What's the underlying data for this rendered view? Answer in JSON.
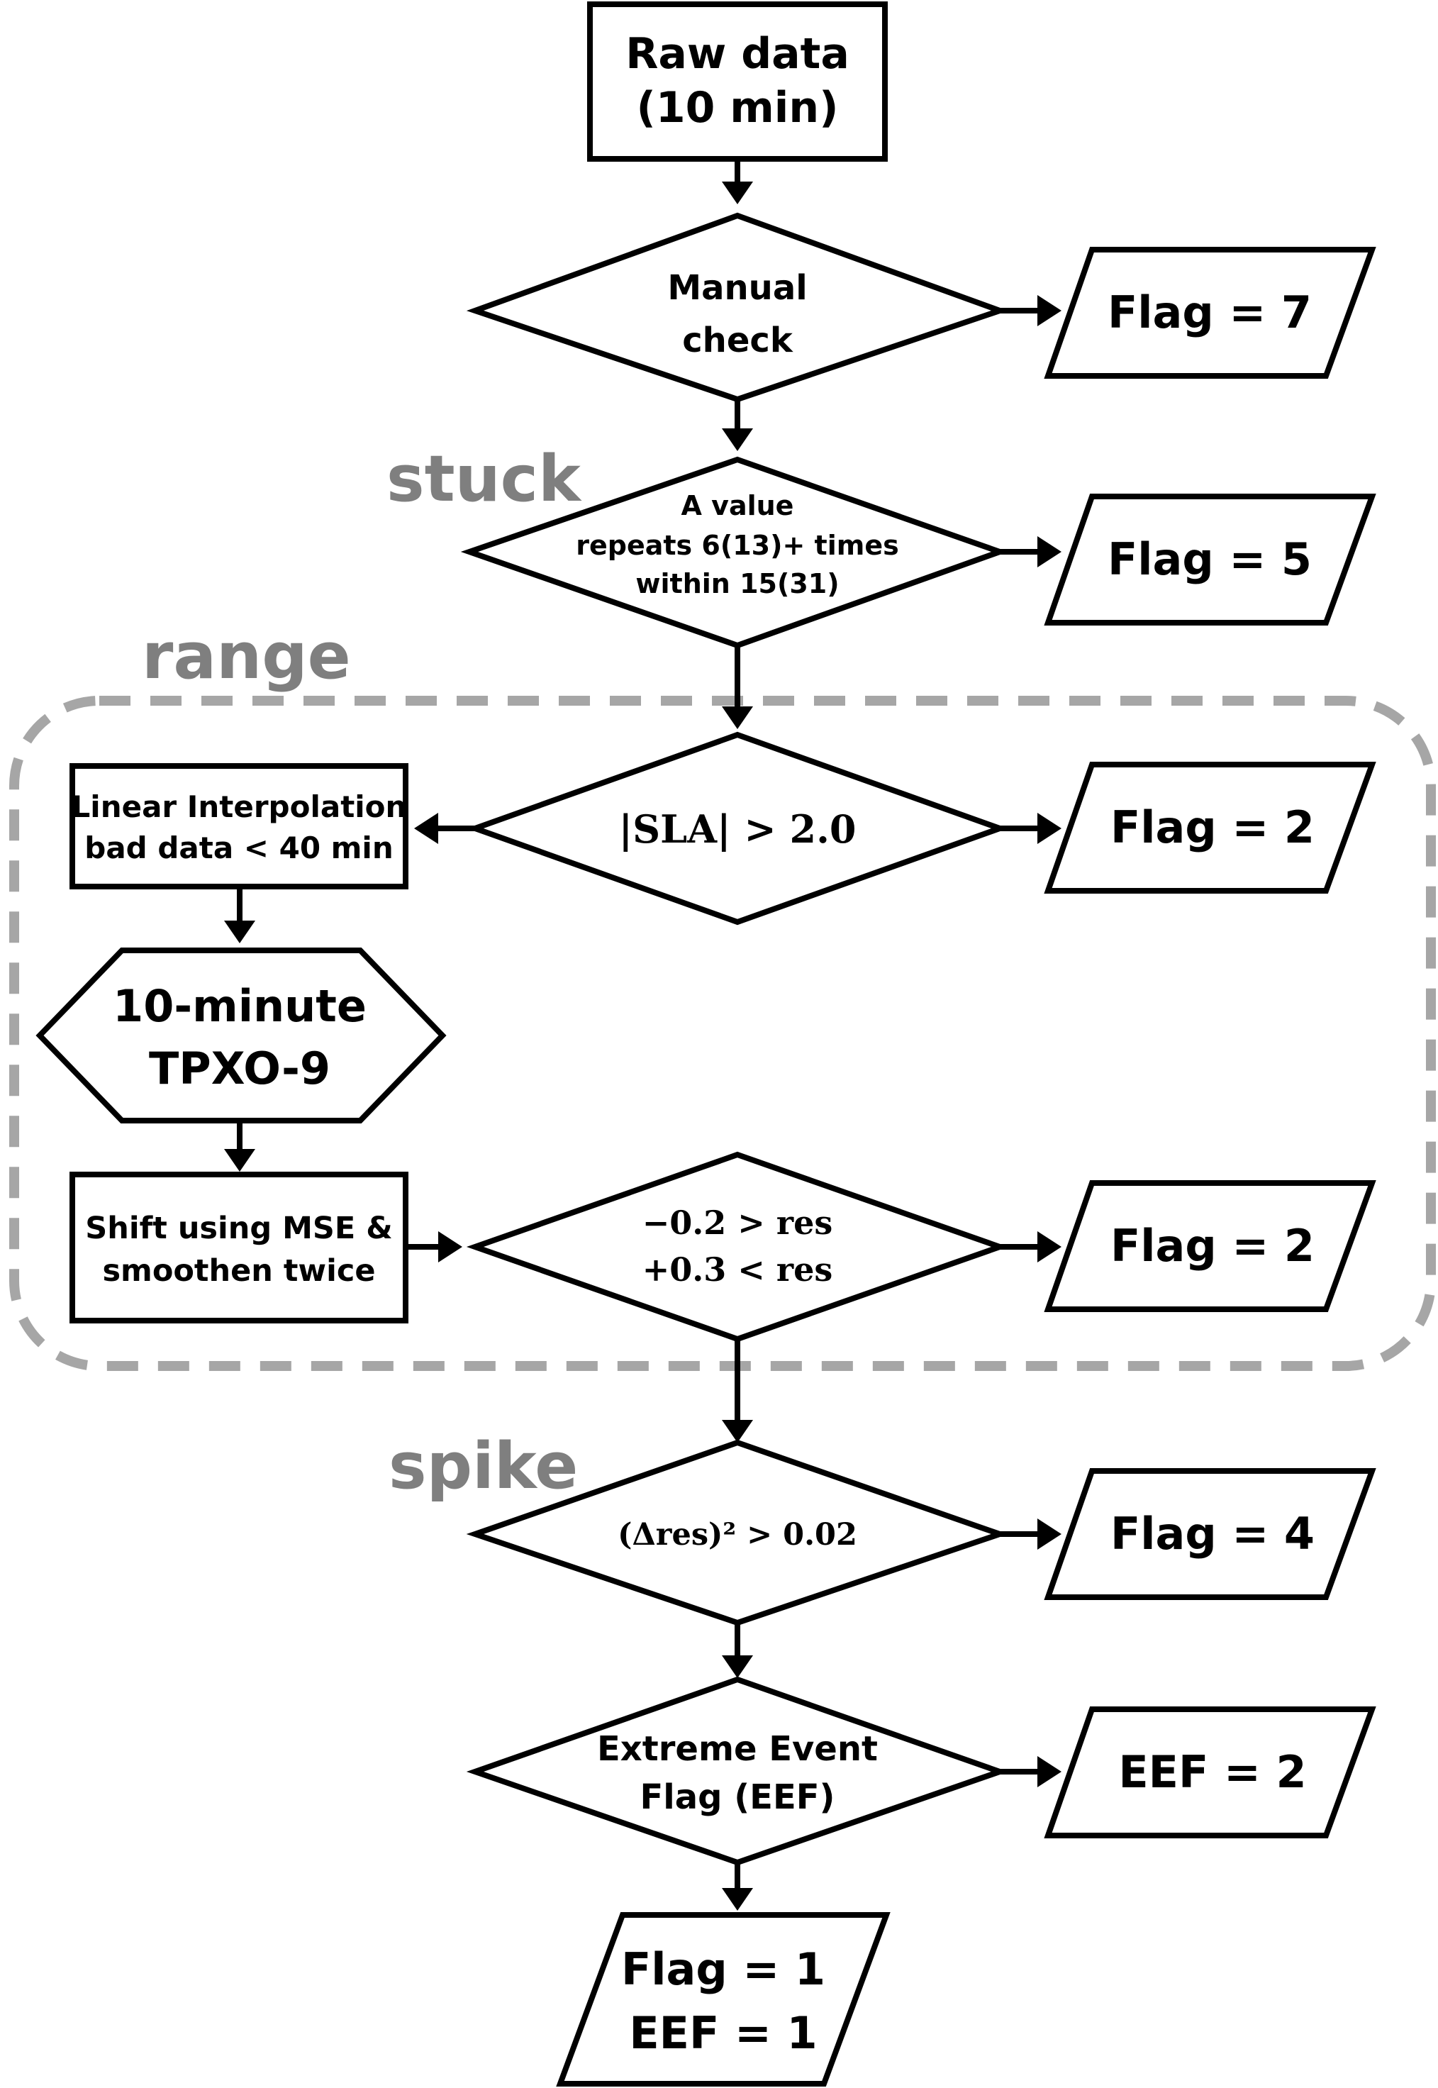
{
  "sections": {
    "stuck": "stuck",
    "range": "range",
    "spike": "spike"
  },
  "nodes": {
    "raw_data": [
      "Raw data",
      "(10 min)"
    ],
    "manual_check": [
      "Manual",
      "check"
    ],
    "stuck_check": [
      "A value",
      "repeats 6(13)+ times",
      "within 15(31)"
    ],
    "range_check": "|SLA| > 2.0",
    "linear_interp": [
      "Linear Interpolation",
      "bad data < 40 min"
    ],
    "tpxo": [
      "10-minute",
      "TPXO-9"
    ],
    "shift": [
      "Shift using MSE &",
      "smoothen twice"
    ],
    "res_check": [
      "−0.2 > res",
      "+0.3 < res"
    ],
    "spike_check": "(Δres)² > 0.02",
    "eef_check": [
      "Extreme Event",
      "Flag (EEF)"
    ],
    "final": [
      "Flag = 1",
      "EEF = 1"
    ]
  },
  "flags": {
    "manual": "Flag = 7",
    "stuck": "Flag = 5",
    "range": "Flag = 2",
    "res": "Flag = 2",
    "spike": "Flag = 4",
    "eef": "EEF = 2"
  }
}
